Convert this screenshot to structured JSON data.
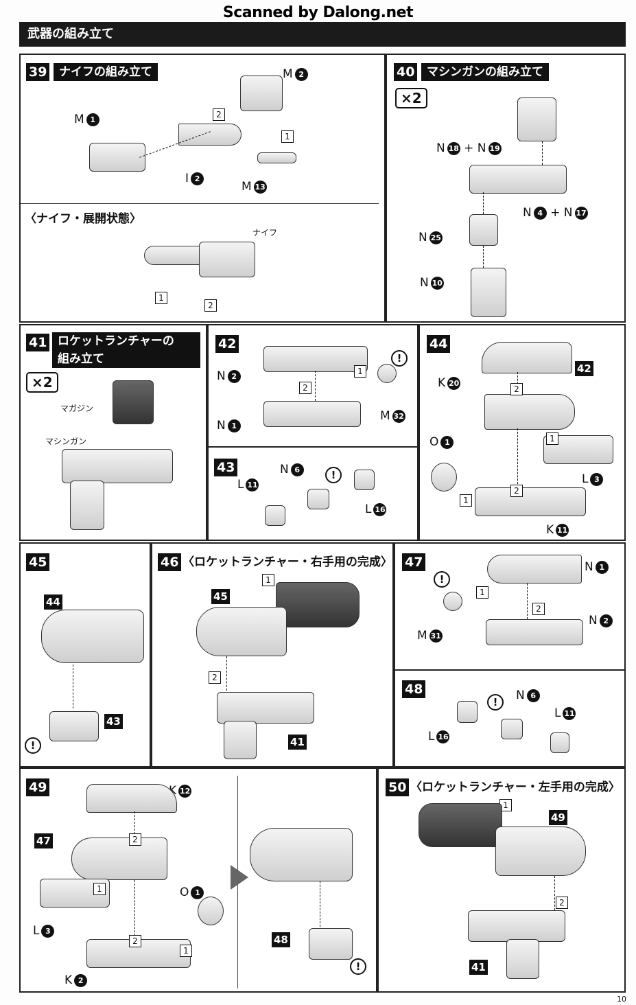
{
  "watermark": "Scanned by Dalong.net",
  "header": "武器の組み立て",
  "page_number": "10",
  "steps": {
    "s39": {
      "num": "39",
      "title": "ナイフの組み立て",
      "sub": "〈ナイフ・展開状態〉",
      "knife": "ナイフ",
      "parts": [
        {
          "l": "M",
          "n": "1"
        },
        {
          "l": "M",
          "n": "2"
        },
        {
          "l": "I",
          "n": "2"
        },
        {
          "l": "M",
          "n": "13"
        }
      ],
      "seq": [
        "2",
        "1",
        "1",
        "2"
      ]
    },
    "s40": {
      "num": "40",
      "title": "マシンガンの組み立て",
      "qty": "×2",
      "plus": "+",
      "parts": [
        {
          "l": "N",
          "n": "18"
        },
        {
          "l": "N",
          "n": "19"
        },
        {
          "l": "N",
          "n": "4"
        },
        {
          "l": "N",
          "n": "17"
        },
        {
          "l": "N",
          "n": "25"
        },
        {
          "l": "N",
          "n": "10"
        }
      ]
    },
    "s41": {
      "num": "41",
      "title1": "ロケットランチャーの",
      "title2": "組み立て",
      "qty": "×2",
      "magazine": "マガジン",
      "machinegun": "マシンガン"
    },
    "s42": {
      "num": "42",
      "parts": [
        {
          "l": "N",
          "n": "2"
        },
        {
          "l": "N",
          "n": "1"
        },
        {
          "l": "M",
          "n": "32"
        }
      ],
      "seq": [
        "2",
        "1"
      ],
      "warn": "!"
    },
    "s43": {
      "num": "43",
      "parts": [
        {
          "l": "L",
          "n": "11"
        },
        {
          "l": "N",
          "n": "6"
        },
        {
          "l": "L",
          "n": "16"
        }
      ],
      "warn": "!"
    },
    "s44": {
      "num": "44",
      "ref": "42",
      "parts": [
        {
          "l": "K",
          "n": "20"
        },
        {
          "l": "O",
          "n": "1"
        },
        {
          "l": "L",
          "n": "3"
        },
        {
          "l": "K",
          "n": "11"
        }
      ],
      "seq": [
        "2",
        "1",
        "2",
        "1"
      ]
    },
    "s45": {
      "num": "45",
      "refs": [
        "44",
        "43"
      ],
      "warn": "!"
    },
    "s46": {
      "num": "46",
      "title": "〈ロケットランチャー・右手用の完成〉",
      "refs": [
        "45",
        "41"
      ],
      "seq": [
        "1",
        "2"
      ]
    },
    "s47": {
      "num": "47",
      "parts": [
        {
          "l": "N",
          "n": "1"
        },
        {
          "l": "N",
          "n": "2"
        },
        {
          "l": "M",
          "n": "31"
        }
      ],
      "seq": [
        "1",
        "2"
      ],
      "warn": "!"
    },
    "s48": {
      "num": "48",
      "parts": [
        {
          "l": "L",
          "n": "16"
        },
        {
          "l": "N",
          "n": "6"
        },
        {
          "l": "L",
          "n": "11"
        }
      ],
      "warn": "!"
    },
    "s49": {
      "num": "49",
      "refs": [
        "47",
        "48"
      ],
      "parts": [
        {
          "l": "K",
          "n": "12"
        },
        {
          "l": "L",
          "n": "3"
        },
        {
          "l": "O",
          "n": "1"
        },
        {
          "l": "K",
          "n": "2"
        }
      ],
      "seq": [
        "2",
        "1",
        "2",
        "1"
      ],
      "warn": "!"
    },
    "s50": {
      "num": "50",
      "title": "〈ロケットランチャー・左手用の完成〉",
      "refs": [
        "49",
        "41"
      ],
      "seq": [
        "1",
        "2"
      ]
    }
  }
}
